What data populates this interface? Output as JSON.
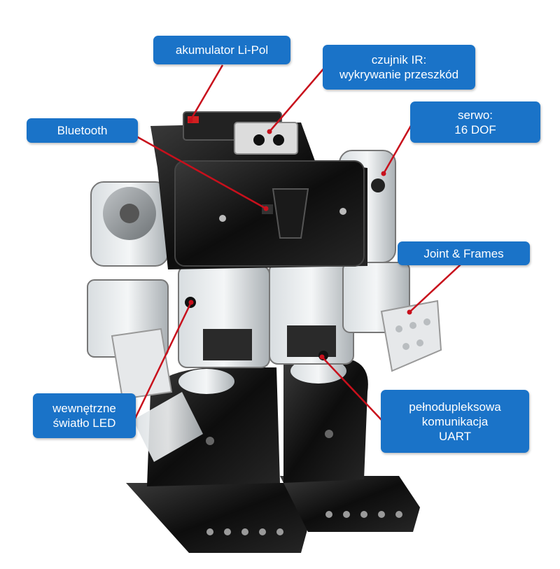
{
  "colors": {
    "callout_bg": "#1a73c8",
    "callout_text": "#ffffff",
    "leader_line": "#c8101c",
    "robot_body": "#111111"
  },
  "callouts": {
    "battery": {
      "lines": [
        "akumulator Li-Pol"
      ]
    },
    "ir_sensor": {
      "lines": [
        "czujnik IR:",
        "wykrywanie przeszkód"
      ]
    },
    "bluetooth": {
      "lines": [
        "Bluetooth"
      ]
    },
    "servo": {
      "lines": [
        "serwo:",
        "16 DOF"
      ]
    },
    "joints": {
      "lines": [
        "Joint & Frames"
      ]
    },
    "led": {
      "lines": [
        "wewnętrzne",
        "światło LED"
      ]
    },
    "uart": {
      "lines": [
        "pełnodupleksowa",
        "komunikacja",
        "UART"
      ]
    }
  }
}
